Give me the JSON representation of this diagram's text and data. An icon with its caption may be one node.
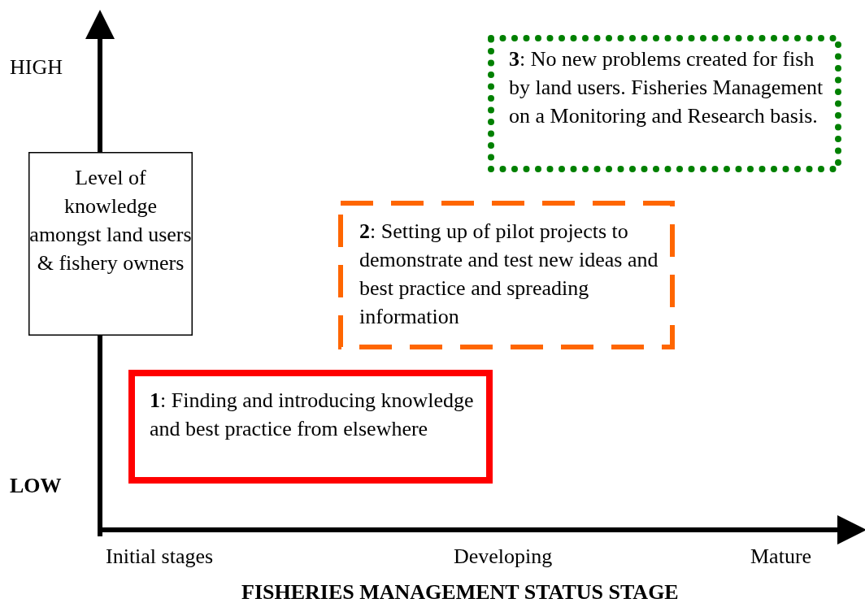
{
  "diagram": {
    "nodes": [
      {
        "text": [
          "Level of knowledge amongst land users & fishery owners"
        ]
      },
      {
        "text": [
          "**1**: Finding and introducing knowledge and best practice from elsewhere"
        ]
      },
      {
        "text": [
          "**2**: Setting up of pilot projects to demonstrate and test new ideas and best practice and spreading information"
        ]
      },
      {
        "text": [
          "**3**: No new problems created for fish by land users. Fisheries Management on a Monitoring and  Research basis."
        ]
      }
    ],
    "labels": [
      "HIGH",
      "LOW",
      "Initial stages",
      "Developing",
      "Mature",
      "FISHERIES MANAGEMENT STATUS STAGE"
    ]
  }
}
